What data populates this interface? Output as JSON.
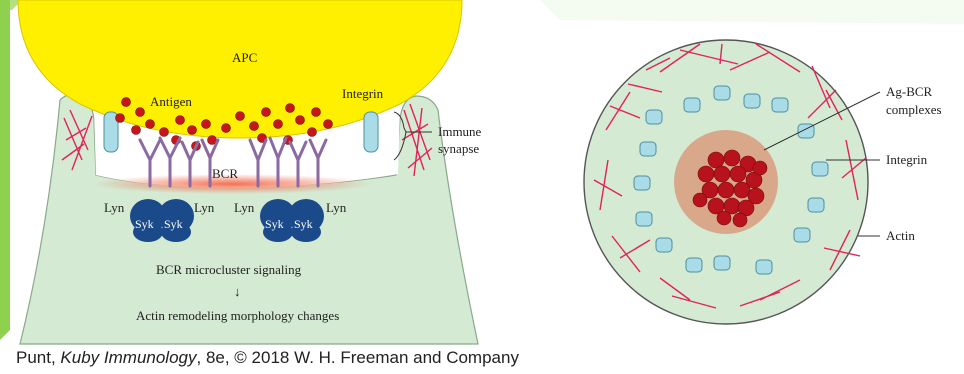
{
  "left_panel": {
    "apc_label": "APC",
    "antigen_label": "Antigen",
    "integrin_label": "Integrin",
    "immune_synapse_label_line1": "Immune",
    "immune_synapse_label_line2": "synapse",
    "bcr_label": "BCR",
    "lyn_label": "Lyn",
    "syk_label": "Syk",
    "signaling_label": "BCR microcluster signaling",
    "arrow_glyph": "↓",
    "outcome_label": "Actin remodeling morphology changes"
  },
  "right_panel": {
    "ag_bcr_label_line1": "Ag-BCR",
    "ag_bcr_label_line2": "complexes",
    "integrin_label": "Integrin",
    "actin_label": "Actin"
  },
  "credit": {
    "prefix": "Punt, ",
    "book": "Kuby Immunology",
    "suffix": ", 8e, © 2018 W. H. Freeman and Company"
  },
  "colors": {
    "apc": "#fff000",
    "cell_body": "#d4ead3",
    "synapse": "#ffffff",
    "antigen": "#c4161c",
    "bcr": "#8a6aa0",
    "kinase": "#1a4a8a",
    "integrin": "#a9dce6",
    "actin": "#e2225a",
    "signal_glow": "#f26a4b",
    "cluster_ring": "#d9a88a",
    "slide_accent": "#7fcf3a"
  }
}
